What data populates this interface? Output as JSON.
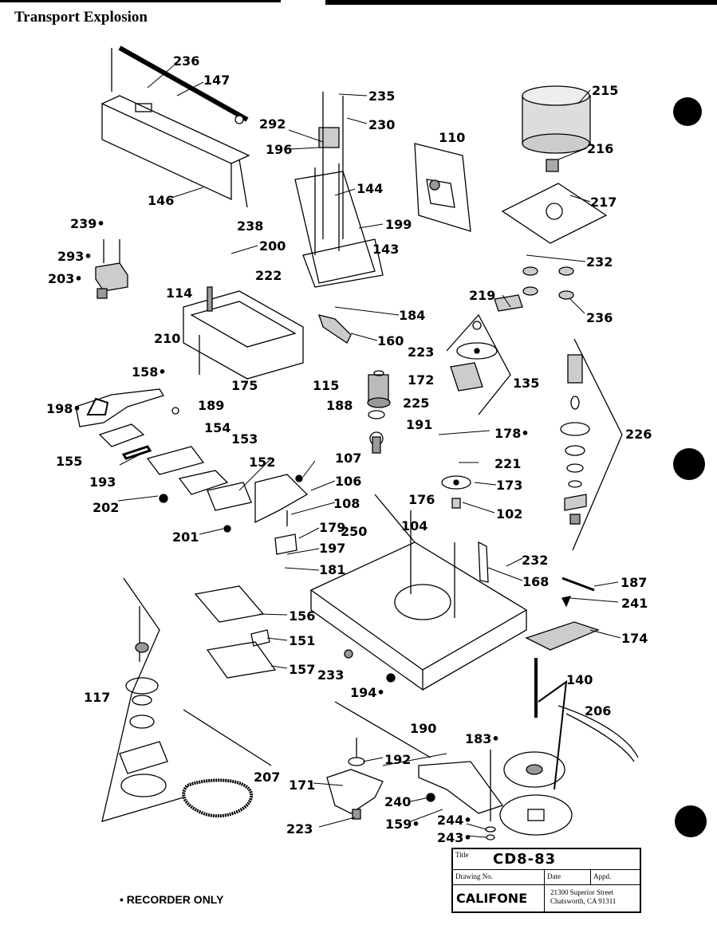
{
  "page_title": "Transport Explosion",
  "footnote": "• RECORDER ONLY",
  "title_block": {
    "title_label": "Title",
    "title_value": "CD8-83",
    "drawing_no_label": "Drawing No.",
    "date_label": "Date",
    "appd_label": "Appd.",
    "company": "CALIFONE",
    "address_line1": "21300 Superior Street",
    "address_line2": "Chatsworth, CA 91311"
  },
  "part_labels": [
    {
      "id": "236",
      "text": "236"
    },
    {
      "id": "147",
      "text": "147"
    },
    {
      "id": "146",
      "text": "146"
    },
    {
      "id": "238",
      "text": "238"
    },
    {
      "id": "239",
      "text": "239•"
    },
    {
      "id": "293",
      "text": "293•"
    },
    {
      "id": "203",
      "text": "203•"
    },
    {
      "id": "235",
      "text": "235"
    },
    {
      "id": "292",
      "text": "292"
    },
    {
      "id": "230",
      "text": "230"
    },
    {
      "id": "196",
      "text": "196"
    },
    {
      "id": "144",
      "text": "144"
    },
    {
      "id": "199",
      "text": "199"
    },
    {
      "id": "143",
      "text": "143"
    },
    {
      "id": "200",
      "text": "200"
    },
    {
      "id": "222",
      "text": "222"
    },
    {
      "id": "114",
      "text": "114"
    },
    {
      "id": "184",
      "text": "184"
    },
    {
      "id": "160",
      "text": "160"
    },
    {
      "id": "110",
      "text": "110"
    },
    {
      "id": "215",
      "text": "215"
    },
    {
      "id": "216",
      "text": "216"
    },
    {
      "id": "217",
      "text": "217"
    },
    {
      "id": "232a",
      "text": "232"
    },
    {
      "id": "219",
      "text": "219"
    },
    {
      "id": "236b",
      "text": "236"
    },
    {
      "id": "210",
      "text": "210"
    },
    {
      "id": "158",
      "text": "158•"
    },
    {
      "id": "198",
      "text": "198•"
    },
    {
      "id": "175",
      "text": "175"
    },
    {
      "id": "115",
      "text": "115"
    },
    {
      "id": "189",
      "text": "189"
    },
    {
      "id": "188",
      "text": "188"
    },
    {
      "id": "223a",
      "text": "223"
    },
    {
      "id": "172",
      "text": "172"
    },
    {
      "id": "135",
      "text": "135"
    },
    {
      "id": "225",
      "text": "225"
    },
    {
      "id": "191",
      "text": "191"
    },
    {
      "id": "178",
      "text": "178•"
    },
    {
      "id": "226",
      "text": "226"
    },
    {
      "id": "154",
      "text": "154"
    },
    {
      "id": "153",
      "text": "153"
    },
    {
      "id": "155",
      "text": "155"
    },
    {
      "id": "193",
      "text": "193"
    },
    {
      "id": "152",
      "text": "152"
    },
    {
      "id": "107",
      "text": "107"
    },
    {
      "id": "221",
      "text": "221"
    },
    {
      "id": "173",
      "text": "173"
    },
    {
      "id": "106",
      "text": "106"
    },
    {
      "id": "202",
      "text": "202"
    },
    {
      "id": "108",
      "text": "108"
    },
    {
      "id": "176",
      "text": "176"
    },
    {
      "id": "102",
      "text": "102"
    },
    {
      "id": "201",
      "text": "201"
    },
    {
      "id": "179",
      "text": "179"
    },
    {
      "id": "250",
      "text": "250"
    },
    {
      "id": "104",
      "text": "104"
    },
    {
      "id": "197",
      "text": "197"
    },
    {
      "id": "181",
      "text": "181"
    },
    {
      "id": "232b",
      "text": "232"
    },
    {
      "id": "168",
      "text": "168"
    },
    {
      "id": "187",
      "text": "187"
    },
    {
      "id": "241",
      "text": "241"
    },
    {
      "id": "156",
      "text": "156"
    },
    {
      "id": "151",
      "text": "151"
    },
    {
      "id": "174",
      "text": "174"
    },
    {
      "id": "157",
      "text": "157"
    },
    {
      "id": "233",
      "text": "233"
    },
    {
      "id": "140",
      "text": "140"
    },
    {
      "id": "117",
      "text": "117"
    },
    {
      "id": "194",
      "text": "194•"
    },
    {
      "id": "206",
      "text": "206"
    },
    {
      "id": "190",
      "text": "190"
    },
    {
      "id": "183",
      "text": "183•"
    },
    {
      "id": "192",
      "text": "192"
    },
    {
      "id": "207",
      "text": "207"
    },
    {
      "id": "171",
      "text": "171"
    },
    {
      "id": "240",
      "text": "240"
    },
    {
      "id": "223b",
      "text": "223"
    },
    {
      "id": "159",
      "text": "159•"
    },
    {
      "id": "244",
      "text": "244•"
    },
    {
      "id": "243",
      "text": "243•"
    }
  ]
}
